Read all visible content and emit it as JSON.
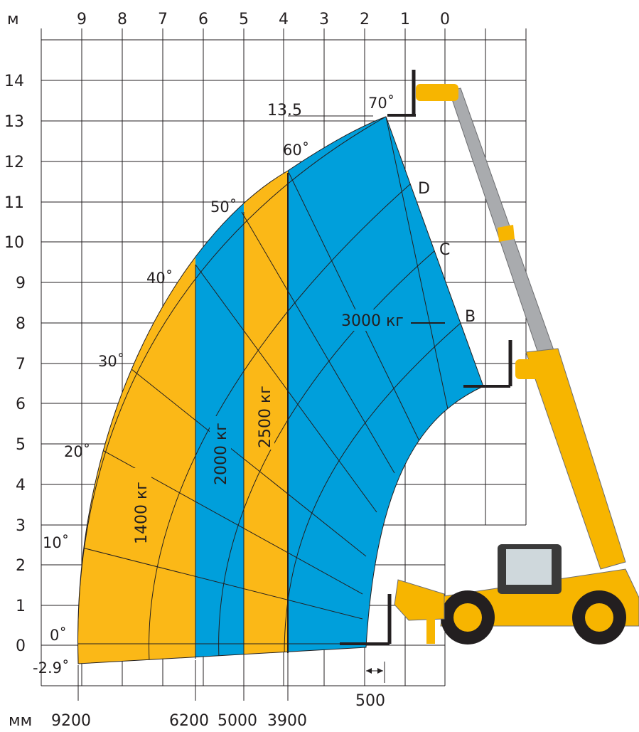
{
  "chart_data": {
    "type": "load-chart",
    "unit_y": "м",
    "unit_mm": "мм",
    "x_ticks": [
      "9",
      "8",
      "7",
      "6",
      "5",
      "4",
      "3",
      "2",
      "1",
      "0"
    ],
    "y_ticks": [
      "14",
      "13",
      "12",
      "11",
      "10",
      "9",
      "8",
      "7",
      "6",
      "5",
      "4",
      "3",
      "2",
      "1",
      "0"
    ],
    "angles": [
      {
        "label": "70˚",
        "value": 70
      },
      {
        "label": "60˚",
        "value": 60
      },
      {
        "label": "50˚",
        "value": 50
      },
      {
        "label": "40˚",
        "value": 40
      },
      {
        "label": "30˚",
        "value": 30
      },
      {
        "label": "20˚",
        "value": 20
      },
      {
        "label": "10˚",
        "value": 10
      },
      {
        "label": "0˚",
        "value": 0
      },
      {
        "label": "-2.9˚",
        "value": -2.9
      }
    ],
    "max_height_label": "13.5",
    "max_height_m": 13.5,
    "extension_labels": [
      "D",
      "C",
      "B"
    ],
    "zones": [
      {
        "label": "1400 кг",
        "load_kg": 1400,
        "outreach_mm": 9200,
        "color": "#fbb817"
      },
      {
        "label": "2000 кг",
        "load_kg": 2000,
        "outreach_mm": 6200,
        "color": "#009fdb"
      },
      {
        "label": "2500 кг",
        "load_kg": 2500,
        "outreach_mm": 5000,
        "color": "#fbb817"
      },
      {
        "label": "3000 кг",
        "load_kg": 3000,
        "outreach_mm": 3900,
        "color": "#009fdb"
      }
    ],
    "bottom_mm_labels": [
      "9200",
      "6200",
      "5000",
      "3900"
    ],
    "fork_offset_mm": "500"
  }
}
